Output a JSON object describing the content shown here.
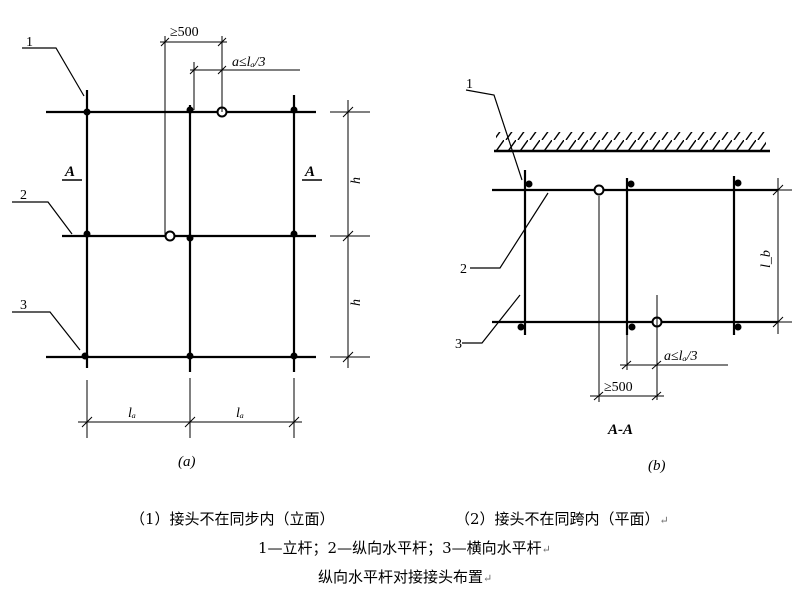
{
  "figure_a": {
    "marker_1": "1",
    "marker_2": "2",
    "marker_3": "3",
    "dim_min_spacing": "≥500",
    "dim_offset": "a≤lₐ/3",
    "section_mark_left": "A",
    "section_mark_right": "A",
    "dim_step_h1": "h",
    "dim_step_h2": "h",
    "dim_bay_la1": "lₐ",
    "dim_bay_la2": "lₐ",
    "sublabel": "(a)"
  },
  "figure_b": {
    "marker_1": "1",
    "marker_2": "2",
    "marker_3": "3",
    "dim_lb": "l_b",
    "dim_offset": "a≤lₐ/3",
    "dim_min_spacing": "≥500",
    "section_title": "A-A",
    "sublabel": "(b)"
  },
  "captions": {
    "left": "（1）接头不在同步内（立面）",
    "right": "（2）接头不在同跨内（平面）",
    "legend": "1—立杆；2—纵向水平杆；3—横向水平杆",
    "title": "纵向水平杆对接接头布置",
    "edit_mark": "↵"
  }
}
